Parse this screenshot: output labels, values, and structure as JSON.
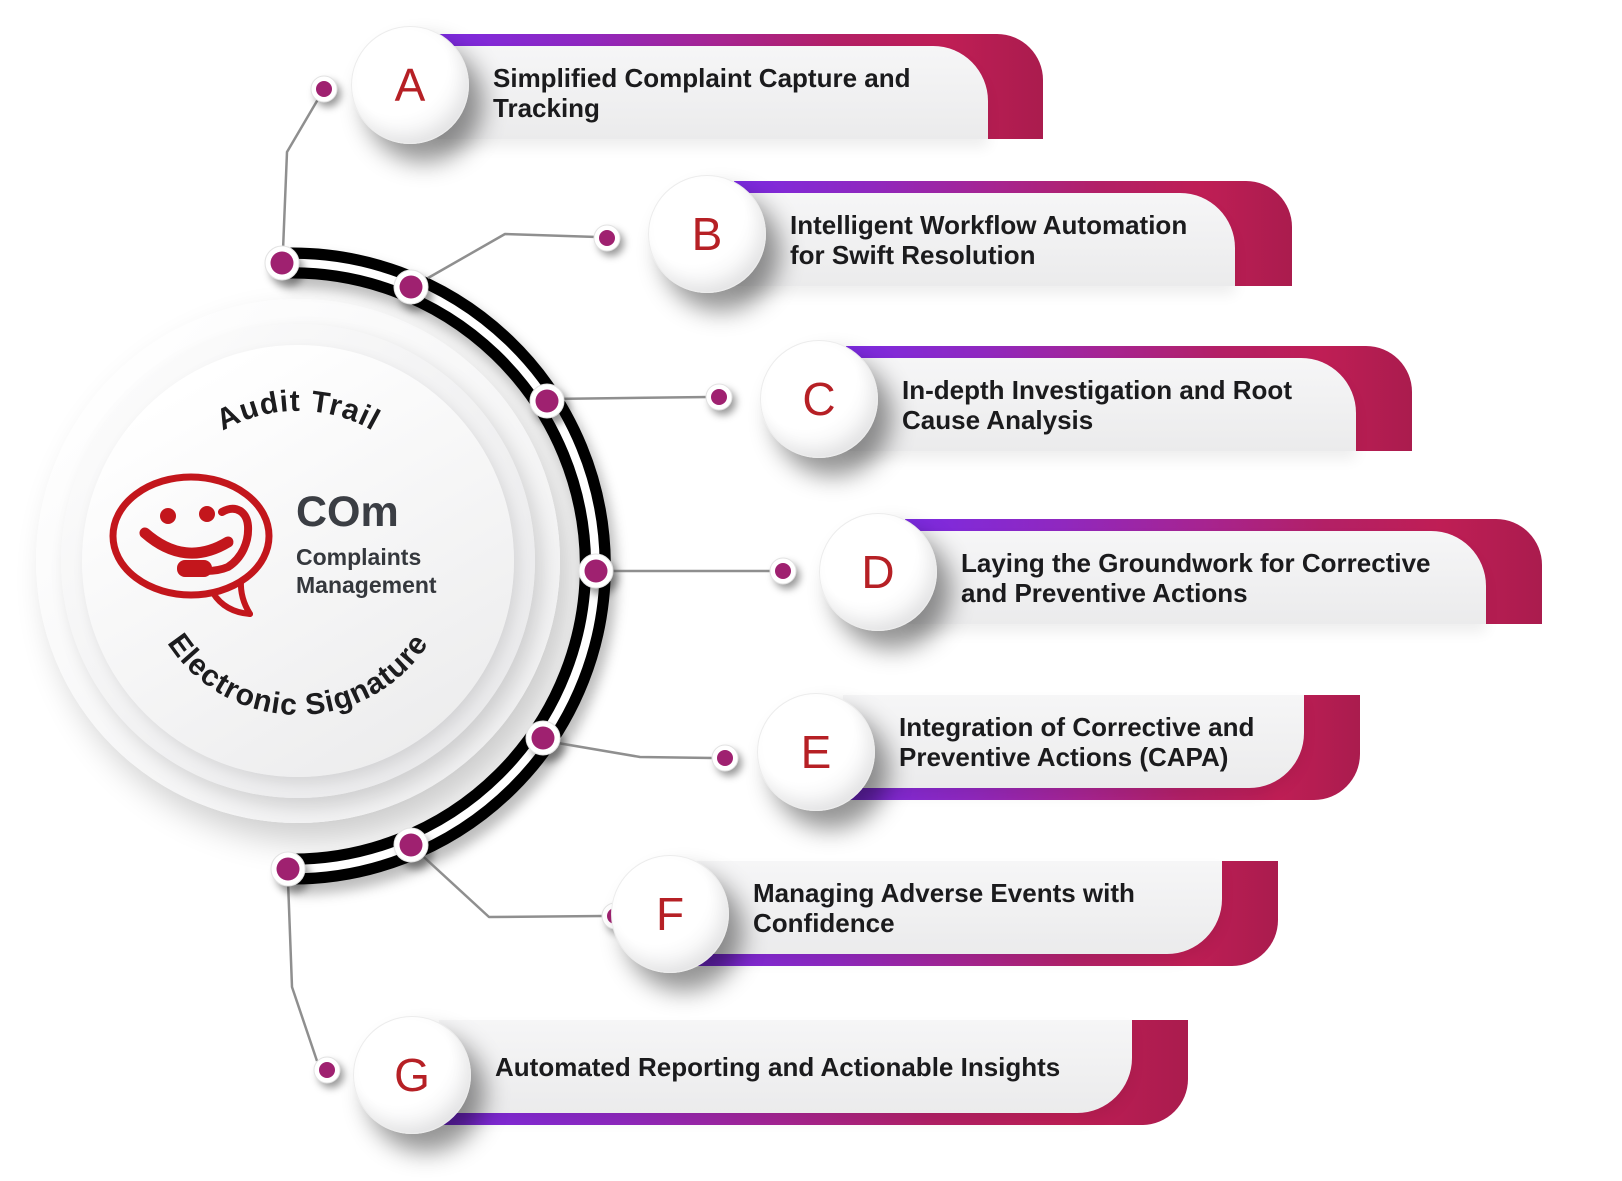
{
  "center": {
    "top_curved_label": "Audit Trail",
    "bottom_curved_label": "Electronic Signature",
    "logo_acronym": "COm",
    "logo_name_lines": [
      "Complaints",
      "Management"
    ]
  },
  "items": [
    {
      "letter": "A",
      "lines": [
        "Simplified Complaint Capture and",
        "Tracking"
      ]
    },
    {
      "letter": "B",
      "lines": [
        "Intelligent Workflow Automation",
        "for Swift Resolution"
      ]
    },
    {
      "letter": "C",
      "lines": [
        "In-depth Investigation and Root",
        "Cause Analysis"
      ]
    },
    {
      "letter": "D",
      "lines": [
        "Laying the Groundwork for Corrective",
        "and Preventive Actions"
      ]
    },
    {
      "letter": "E",
      "lines": [
        "Integration of Corrective and",
        "Preventive Actions (CAPA)"
      ]
    },
    {
      "letter": "F",
      "lines": [
        "Managing Adverse Events with",
        "Confidence"
      ]
    },
    {
      "letter": "G",
      "lines": [
        "Automated Reporting and Actionable Insights"
      ]
    }
  ],
  "icons": {
    "logo": "smiley-headset-speech-bubble-icon"
  },
  "colors": {
    "accent_gradient_start": "#7c2be2",
    "accent_gradient_end": "#bf1e55",
    "cap_crimson": "#b51c50",
    "node_dot_magenta": "#9f2170",
    "letter_red": "#b62025",
    "logo_red": "#c3161c",
    "banner_body_gray": "#f2f2f3",
    "text_dark": "#1b1b1d",
    "logo_text_dark": "#3b3e44",
    "arc_black": "#000000",
    "connector_gray": "#8f8f8f"
  }
}
